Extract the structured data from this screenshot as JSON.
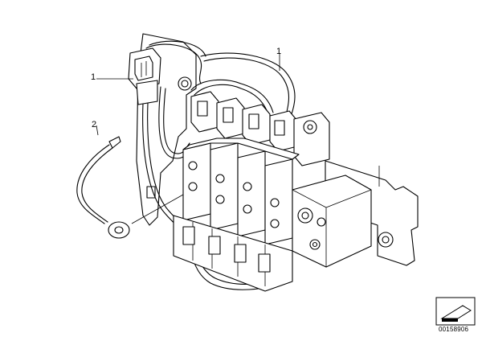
{
  "callouts": {
    "part1_top": "1",
    "part1_left": "1",
    "part2": "2"
  },
  "document_number": "00158906",
  "icon": "part-reference-icon"
}
